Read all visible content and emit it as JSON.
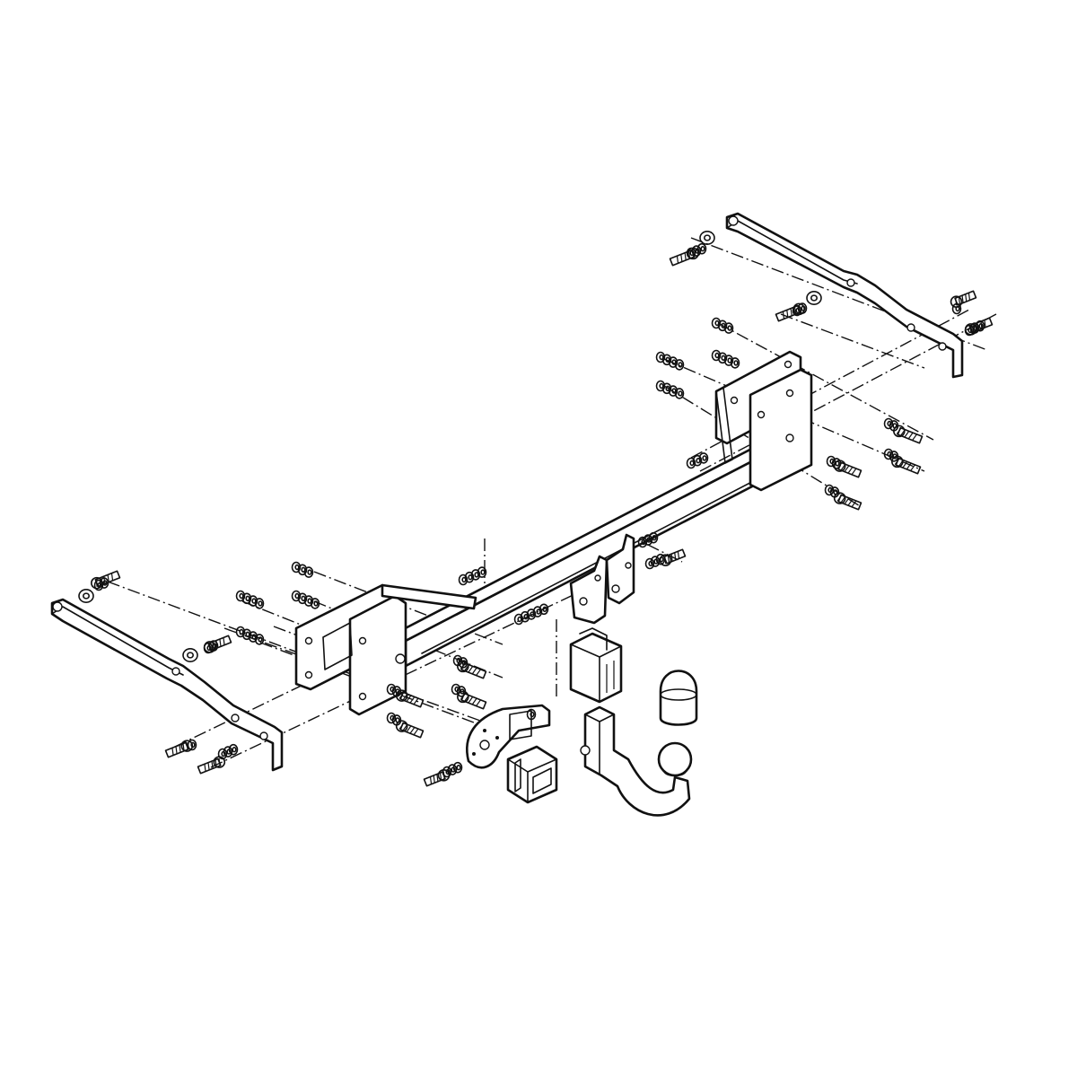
{
  "diagram": {
    "colors": {
      "line": "#111111",
      "background": "#ffffff"
    },
    "parts": [
      "left-side-bracket",
      "right-side-bracket",
      "main-crossbar",
      "left-mounting-plate",
      "right-mounting-plate",
      "socket-plate",
      "electrical-socket",
      "ball-mount-receiver",
      "tow-ball-neck",
      "tow-ball-cap",
      "bolt-set"
    ]
  }
}
